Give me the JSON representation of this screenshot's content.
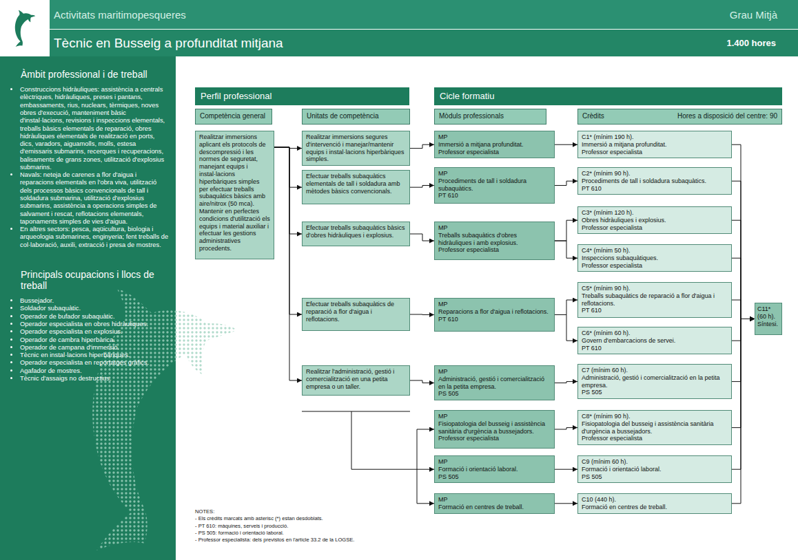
{
  "diagram": {
    "nodes": [
      {
        "text": [
          "Activitats maritimopesqueres",
          "Grau Mitjà"
        ]
      },
      {
        "text": [
          "Tècnic en Busseig a profunditat mitjana",
          "1.400 hores"
        ]
      },
      {
        "text": [
          "Àmbit professional i de treball",
          "Construccions hidràuliques: assistència a centrals elèctriques, hidràuliques, preses i pantans, embassaments, rius, nuclears, tèrmiques, noves obres d'execució, manteniment bàsic d'instal·lacions, revisions i inspeccions elementals, treballs bàsics elementals de reparació, obres hidràuliques elementals de realització en ports, dics, varadors, aiguamolls, molls, estesa d'emissaris submarins, recerques i recuperacions, balisaments de grans zones, utilització d'explosius submarins.",
          "Navals: neteja de carenes a flor d'aigua i reparacions elementals en l'obra viva, utilització dels processos bàsics convencionals de tall i soldadura submarina, utilització d'explosius submarins, assistència a operacions simples de salvament i rescat, reflotacions elementals, taponaments simples de vies d'aigua.",
          "En altres sectors: pesca, aqüicultura, biologia i arqueologia submarines, enginyeria; fent treballs de col·laboració, auxili, extracció i presa de mostres.",
          "Principals ocupacions i llocs de treball",
          "Bussejador.",
          "Soldador subaquàtic.",
          "Operador de bufador subaquàtic.",
          "Operador especialista en obres hidràuliques.",
          "Operador especialista en explosius.",
          "Operador de cambra hiperbàrica.",
          "Operador de campana d'immersió.",
          "Tècnic en instal·lacions hiperbàriques.",
          "Operador especialista en reportatges gràfics.",
          "Agafador de mostres.",
          "Tècnic d'assaigs no destructius."
        ]
      },
      {
        "text": [
          "Perfil professional"
        ]
      },
      {
        "text": [
          "Cicle formatiu"
        ]
      },
      {
        "text": [
          "Competència general"
        ]
      },
      {
        "text": [
          "Unitats de competència"
        ]
      },
      {
        "text": [
          "Mòduls professionals"
        ]
      },
      {
        "text": [
          "Crèdits",
          "Hores a disposició del centre: 90"
        ]
      },
      {
        "text": [
          "Realitzar immersions aplicant els protocols de descompressió i les normes de seguretat, manejant equips i instal·lacions hiperbàriques simples per efectuar treballs subaquàtics bàsics amb aire/nitrox (50 mca). Mantenir en perfectes condicions d'utilització els equips i material auxiliar i efectuar les gestions administratives procedents."
        ]
      },
      {
        "text": [
          "Realitzar immersions segures d'intervenció i manejar/mantenir equips i instal·lacions hiperbàriques simples."
        ]
      },
      {
        "text": [
          "Efectuar treballs subaquàtics elementals de tall i soldadura amb mètodes bàsics convencionals."
        ]
      },
      {
        "text": [
          "Efectuar treballs subaquàtics bàsics d'obres hidràuliques i explosius."
        ]
      },
      {
        "text": [
          "Efectuar treballs subaquàtics de reparació a flor d'aigua i reflotacions."
        ]
      },
      {
        "text": [
          "Realitzar l'administració, gestió i comercialització en una petita empresa o un taller."
        ]
      },
      {
        "text": [
          "MP",
          "Immersió a mitjana profunditat.",
          "Professor especialista"
        ]
      },
      {
        "text": [
          "MP",
          "Procediments de tall i soldadura subaquàtics.",
          "PT 610"
        ]
      },
      {
        "text": [
          "MP",
          "Treballs subaquàtics d'obres hidràuliques i amb explosius.",
          "Professor especialista"
        ]
      },
      {
        "text": [
          "MP",
          "Reparacions a flor d'aigua i reflotacions.",
          "PT 610"
        ]
      },
      {
        "text": [
          "MP",
          "Administració, gestió i comercialització en la petita empresa.",
          "PS 505"
        ]
      },
      {
        "text": [
          "MP",
          "Fisiopatologia del busseig i assistència sanitària d'urgència a bussejadors.",
          "Professor especialista"
        ]
      },
      {
        "text": [
          "MP",
          "Formació i orientació laboral.",
          "PS 505"
        ]
      },
      {
        "text": [
          "MP",
          "Formació en centres de treball."
        ]
      },
      {
        "text": [
          "C1* (mínim 190 h).",
          "Immersió a mitjana profunditat.",
          "Professor especialista"
        ]
      },
      {
        "text": [
          "C2* (mínim 90 h).",
          "Procediments de tall i soldadura subaquàtics.",
          "PT 610"
        ]
      },
      {
        "text": [
          "C3* (mínim 120 h).",
          "Obres hidràuliques i explosius.",
          "Professor especialista"
        ]
      },
      {
        "text": [
          "C4* (mínim 50 h).",
          "Inspeccions subaquàtiques.",
          "Professor especialista"
        ]
      },
      {
        "text": [
          "C5* (mínim 90 h).",
          "Treballs subaquàtics de reparació a flor d'aigua i reflotacions.",
          "PT 610"
        ]
      },
      {
        "text": [
          "C6* (mínim 60 h).",
          "Govern d'embarcacions de servei.",
          "PT 610"
        ]
      },
      {
        "text": [
          "C7 (mínim 60 h).",
          "Administració, gestió i comercialització en la petita empresa.",
          "PS 505"
        ]
      },
      {
        "text": [
          "C8* (mínim 90 h).",
          "Fisiopatologia del busseig i assistència sanitària d'urgència a bussejadors.",
          "Professor especialista"
        ]
      },
      {
        "text": [
          "C9 (mínim 60 h).",
          "Formació i orientació laboral.",
          "PS 505"
        ]
      },
      {
        "text": [
          "C10 (440 h).",
          "Formació en centres de treball."
        ]
      },
      {
        "text": [
          "C11* (60 h).",
          "Síntesi."
        ]
      }
    ],
    "edges": [
      {
        "from": 9,
        "to": 10,
        "arrow": "to"
      },
      {
        "from": 9,
        "to": 11,
        "arrow": "to"
      },
      {
        "from": 9,
        "to": 12,
        "arrow": "to"
      },
      {
        "from": 9,
        "to": 13,
        "arrow": "to"
      },
      {
        "from": 9,
        "to": 14,
        "arrow": "to"
      },
      {
        "from": 10,
        "to": 15,
        "arrow": "to"
      },
      {
        "from": 11,
        "to": 16,
        "arrow": "to"
      },
      {
        "from": 12,
        "to": 17,
        "arrow": "to"
      },
      {
        "from": 13,
        "to": 18,
        "arrow": "to"
      },
      {
        "from": 14,
        "to": 19,
        "arrow": "to"
      },
      {
        "from": 15,
        "to": 23,
        "arrow": "to"
      },
      {
        "from": 16,
        "to": 24,
        "arrow": "to"
      },
      {
        "from": 17,
        "to": 25,
        "arrow": "to"
      },
      {
        "from": 17,
        "to": 26,
        "arrow": "to"
      },
      {
        "from": 18,
        "to": 27,
        "arrow": "to"
      },
      {
        "from": 18,
        "to": 28,
        "arrow": "to"
      },
      {
        "from": 19,
        "to": 29,
        "arrow": "to"
      },
      {
        "from": 20,
        "to": 30,
        "arrow": "to"
      },
      {
        "from": 21,
        "to": 31,
        "arrow": "to"
      },
      {
        "from": 22,
        "to": 32,
        "arrow": "to"
      },
      {
        "from": 23,
        "to": 33,
        "arrow": "to"
      },
      {
        "from": 24,
        "to": 33,
        "arrow": "to"
      },
      {
        "from": 25,
        "to": 33,
        "arrow": "to"
      },
      {
        "from": 26,
        "to": 33,
        "arrow": "to"
      },
      {
        "from": 27,
        "to": 33,
        "arrow": "to"
      },
      {
        "from": 28,
        "to": 33,
        "arrow": "to"
      },
      {
        "from": 29,
        "to": 33,
        "arrow": "to"
      },
      {
        "from": 30,
        "to": 33,
        "arrow": "to"
      },
      {
        "from": 31,
        "to": 33,
        "arrow": "to"
      },
      {
        "from": 32,
        "to": 33,
        "arrow": "to"
      }
    ],
    "labels": [
      "NOTES:",
      "- Els crèdits marcats amb asterisc (*) estan desdoblats.",
      "- PT 610: màquines, serveis i producció.",
      "- PS 505: formació i orientació laboral.",
      "- Professor especialista: dels previstos en l'article 33.2 de la LOGSE."
    ]
  }
}
